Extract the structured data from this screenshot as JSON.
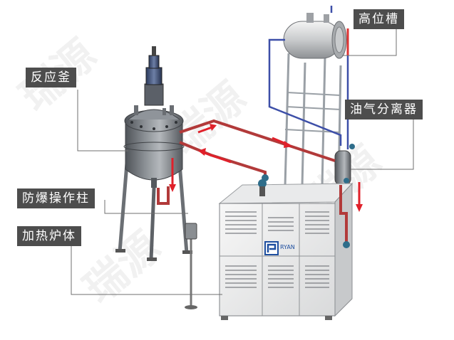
{
  "labels": {
    "reactor": "反应釜",
    "high_tank": "高位槽",
    "separator": "油气分离器",
    "explosion_column": "防爆操作柱",
    "furnace": "加热炉体"
  },
  "brand": {
    "logo_letter": "R",
    "name": "RYAN",
    "watermark": "瑞源"
  },
  "colors": {
    "label_bg": "#4d4d4d",
    "pipe_red": "#b23a3a",
    "arrow_red": "#e0202a",
    "pipe_blue": "#3d4fa8",
    "logo_blue": "#1f4fa0",
    "leader_line": "#6f6f6f"
  }
}
